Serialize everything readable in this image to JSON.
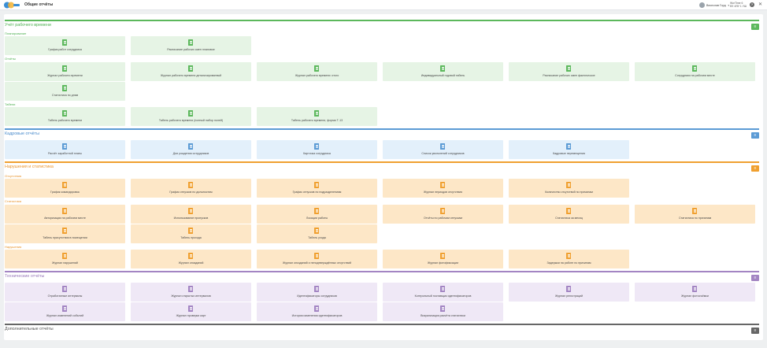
{
  "header": {
    "title": "Общие отчёты",
    "user_name": "Вячеслав Горд",
    "workspace_line1": "WorTime 6",
    "workspace_line2": "ЕЕ 4ЯУ 1 УШ",
    "icons": {
      "logo": "app-logo",
      "avatar": "user-avatar",
      "help": "help-icon",
      "close": "close-icon"
    }
  },
  "colors": {
    "green": "#5cb85c",
    "blue": "#5b9bd5",
    "orange": "#f0a030",
    "purple": "#a385c3",
    "dark": "#666666"
  },
  "sections": {
    "worktime": {
      "title": "Учёт рабочего времени",
      "sub_planning": "Планирование",
      "sub_reports": "Отчёты",
      "sub_timesheets": "Табели",
      "planning": [
        "График работ сотрудника",
        "Расписание рабочих смен плановое"
      ],
      "reports": [
        "Журнал рабочего времени",
        "Журнал рабочего времени детализированный",
        "Журнал рабочего времени: итого",
        "Индивидуальный годовой табель",
        "Расписание рабочих смен фактическое",
        "Сотрудники на рабочем месте",
        "Статистика по дням"
      ],
      "timesheets": [
        "Табель рабочего времени",
        "Табель рабочего времени (полный набор полей)",
        "Табель рабочего времени, форма Т-13"
      ]
    },
    "hr": {
      "title": "Кадровые отчёты",
      "items": [
        "Расчёт заработной платы",
        "Дни рождения сотрудников",
        "Карточка сотрудника",
        "Список увольнений сотрудников",
        "Кадровые перемещения"
      ]
    },
    "violations": {
      "title": "Нарушения и статистика",
      "sub_absences": "Отсутствия",
      "sub_statistics": "Статистика",
      "sub_violations": "Нарушения",
      "absences": [
        "График командировок",
        "График отпусков по должностям",
        "График отпусков по подразделениям",
        "Журнал периодов отсутствия",
        "Количество отсутствий по причинам"
      ],
      "statistics": [
        "Авторизации на рабочем месте",
        "Использование пропусков",
        "Локации работы",
        "Отчёты по рабочим отпускам",
        "Статистика за месяц",
        "Статистика по причинам",
        "Табель присутствия в помещении",
        "Табель прохода",
        "Табель ухода"
      ],
      "violations": [
        "Журнал нарушений",
        "Журнал опозданий",
        "Журнал опозданий и неподтверждённых отсутствий",
        "Журнал фотофиксации",
        "Задержки на работе по причинам"
      ]
    },
    "technical": {
      "title": "Технические отчёты",
      "items": [
        "Отработанные интервалы",
        "Журнал открытых интервалов",
        "Идентификаторы сотрудников",
        "Контрольный поставщик идентификаторов",
        "Журнал регистраций",
        "Журнал фотосъёмки",
        "Журнал изменений событий",
        "Журнал проверки карт",
        "История изменения идентификаторов",
        "Визуализация расчёта статистики"
      ]
    },
    "additional": {
      "title": "Дополнительные отчёты"
    }
  }
}
